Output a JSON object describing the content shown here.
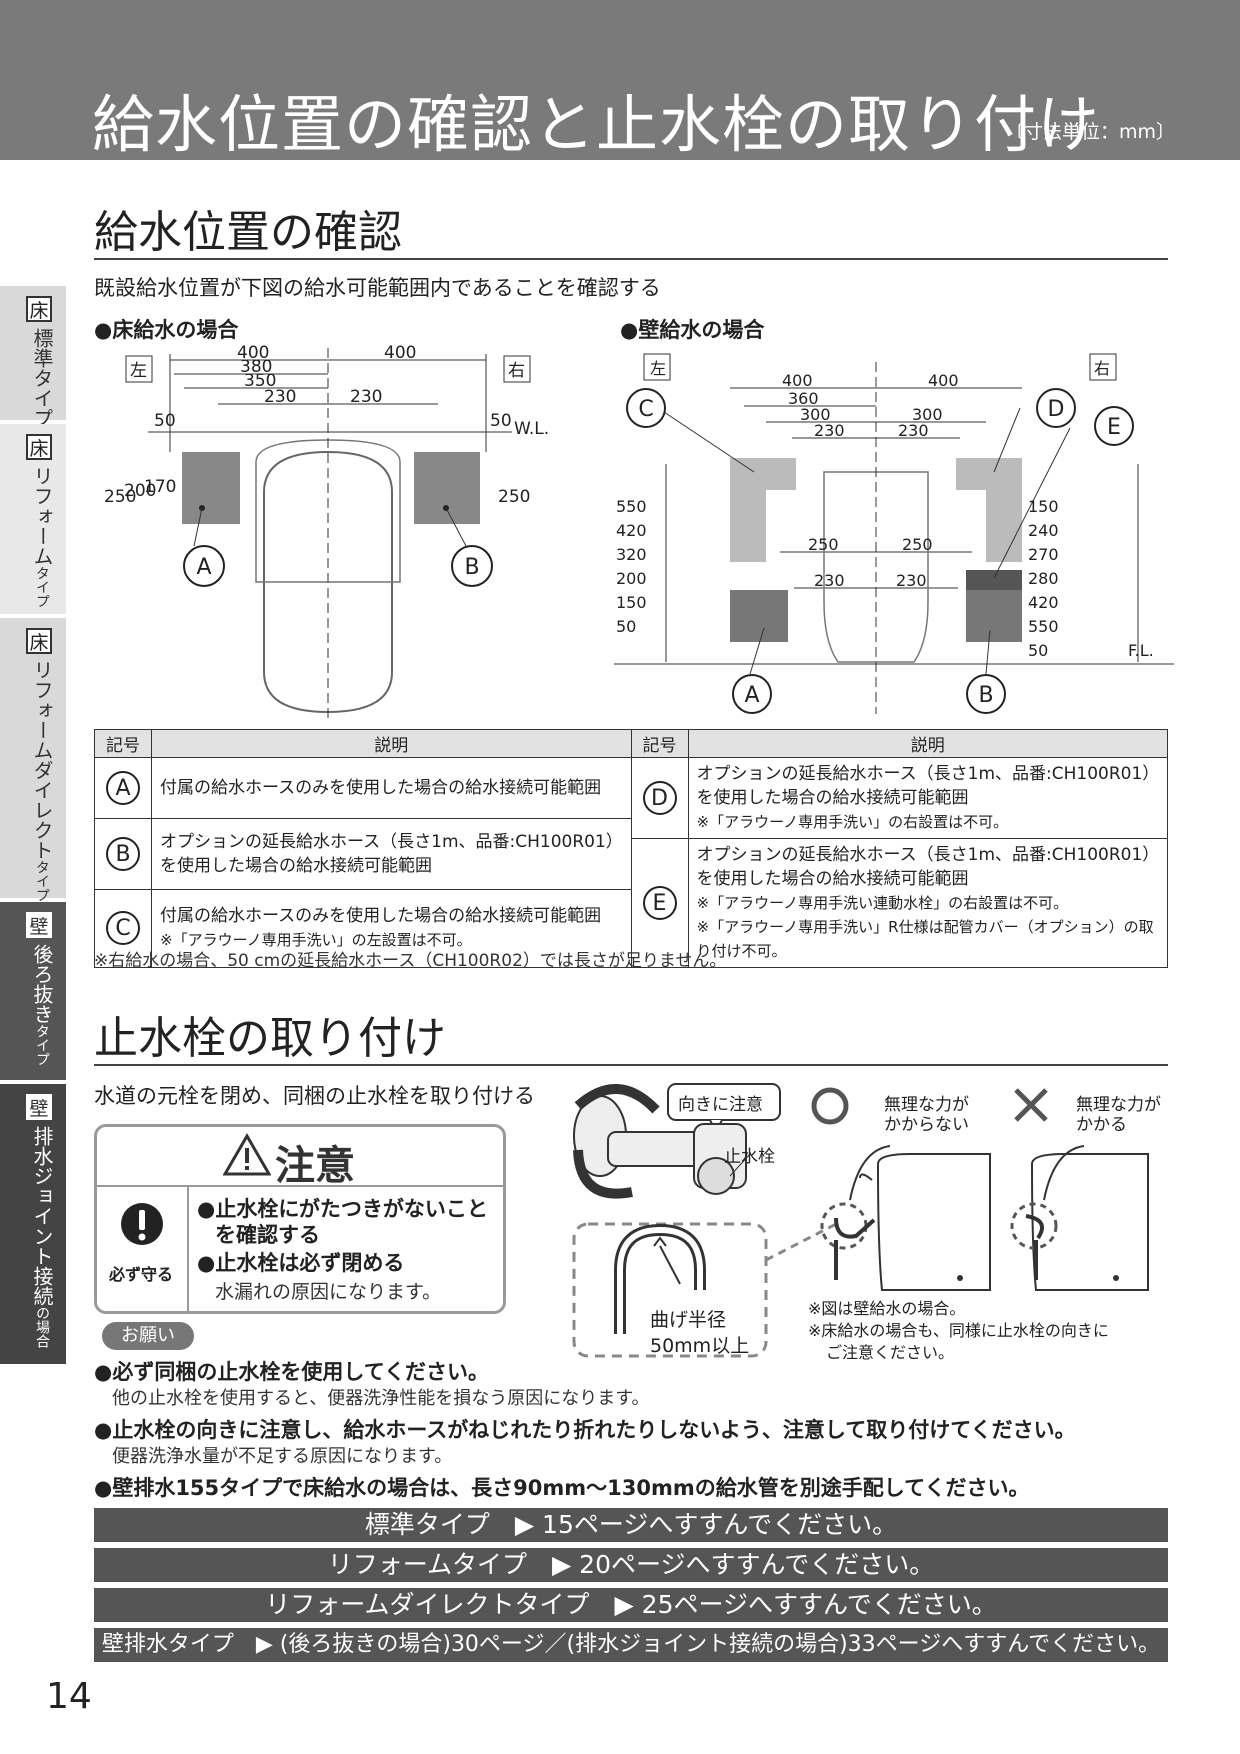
{
  "header": {
    "title": "給水位置の確認と止水栓の取り付け",
    "unit": "〔寸法単位：mm〕"
  },
  "side_tabs": [
    {
      "box": "床",
      "label": "標準タイプ",
      "small": ""
    },
    {
      "box": "床",
      "label": "リフォーム",
      "small": "タイプ"
    },
    {
      "box": "床",
      "label": "リフォームダイレクト",
      "small": "タイプ"
    },
    {
      "box": "壁",
      "label": "後ろ抜き",
      "small": "タイプ"
    },
    {
      "box": "壁",
      "label": "排水ジョイント接続",
      "small": "の場合"
    }
  ],
  "section1": {
    "title": "給水位置の確認",
    "intro": "既設給水位置が下図の給水可能範囲内であることを確認する",
    "floor_label": "●床給水の場合",
    "wall_label": "●壁給水の場合"
  },
  "floor_diagram": {
    "left": "左",
    "right": "右",
    "wl": "W.L.",
    "dims_h": [
      "400",
      "400",
      "380",
      "350",
      "230",
      "230"
    ],
    "dims_v": [
      "50",
      "250",
      "200",
      "170",
      "50",
      "250"
    ],
    "markers": [
      "A",
      "B"
    ]
  },
  "wall_diagram": {
    "left": "左",
    "right": "右",
    "fl": "F.L.",
    "dims_h": [
      "400",
      "400",
      "360",
      "300",
      "300",
      "230",
      "230",
      "250",
      "250",
      "230",
      "230"
    ],
    "dims_v": [
      "550",
      "420",
      "320",
      "200",
      "150",
      "50",
      "150",
      "240",
      "270",
      "280",
      "420",
      "550",
      "50"
    ],
    "markers": [
      "C",
      "D",
      "E",
      "A",
      "B"
    ]
  },
  "legend": {
    "col_symbol": "記号",
    "col_desc": "説明",
    "rows": [
      {
        "sym": "A",
        "text": "付属の給水ホースのみを使用した場合の給水接続可能範囲",
        "note": ""
      },
      {
        "sym": "B",
        "text": "オプションの延長給水ホース（長さ1m、品番:CH100R01）を使用した場合の給水接続可能範囲",
        "note": ""
      },
      {
        "sym": "C",
        "text": "付属の給水ホースのみを使用した場合の給水接続可能範囲",
        "note": "※「アラウーノ専用手洗い」の左設置は不可。"
      },
      {
        "sym": "D",
        "text": "オプションの延長給水ホース（長さ1m、品番:CH100R01）を使用した場合の給水接続可能範囲",
        "note": "※「アラウーノ専用手洗い」の右設置は不可。"
      },
      {
        "sym": "E",
        "text": "オプションの延長給水ホース（長さ1m、品番:CH100R01）を使用した場合の給水接続可能範囲",
        "note": "※「アラウーノ専用手洗い連動水栓」の右設置は不可。",
        "note2": "※「アラウーノ専用手洗い」R仕様は配管カバー（オプション）の取り付け不可。"
      }
    ],
    "footnote": "※右給水の場合、50 cmの延長給水ホース（CH100R02）では長さが足りません。"
  },
  "section2": {
    "title": "止水栓の取り付け",
    "intro": "水道の元栓を閉め、同梱の止水栓を取り付ける"
  },
  "caution": {
    "title": "注意",
    "must": "必ず守る",
    "items": [
      "●止水栓にがたつきがないこと",
      "を確認する",
      "●止水栓は必ず閉める"
    ],
    "sub": "水漏れの原因になります。"
  },
  "illustration": {
    "direction": "向きに注意",
    "valve": "止水栓",
    "bend": "曲げ半径",
    "bend2": "50mm以上",
    "ok_mark": "○",
    "ng_mark": "×",
    "ok_text": "無理な力が",
    "ok_text2": "かからない",
    "ng_text": "無理な力が",
    "ng_text2": "かかる",
    "note1": "※図は壁給水の場合。",
    "note2": "※床給水の場合も、同様に止水栓の向きに",
    "note3": "ご注意ください。"
  },
  "requests": {
    "badge": "お願い",
    "items": [
      {
        "main": "●必ず同梱の止水栓を使用してください。",
        "sub": "他の止水栓を使用すると、便器洗浄性能を損なう原因になります。"
      },
      {
        "main": "●止水栓の向きに注意し、給水ホースがねじれたり折れたりしないよう、注意して取り付けてください。",
        "sub": "便器洗浄水量が不足する原因になります。"
      },
      {
        "main": "●壁排水155タイプで床給水の場合は、長さ90mm〜130mmの給水管を別途手配してください。",
        "sub": ""
      }
    ]
  },
  "nav": [
    "標準タイプ　▶ 15ページへすすんでください。",
    "リフォームタイプ　▶ 20ページへすすんでください。",
    "リフォームダイレクトタイプ　▶ 25ページへすすんでください。",
    "壁排水タイプ　▶ (後ろ抜きの場合)30ページ／(排水ジョイント接続の場合)33ページへすすんでください。"
  ],
  "page_number": "14"
}
